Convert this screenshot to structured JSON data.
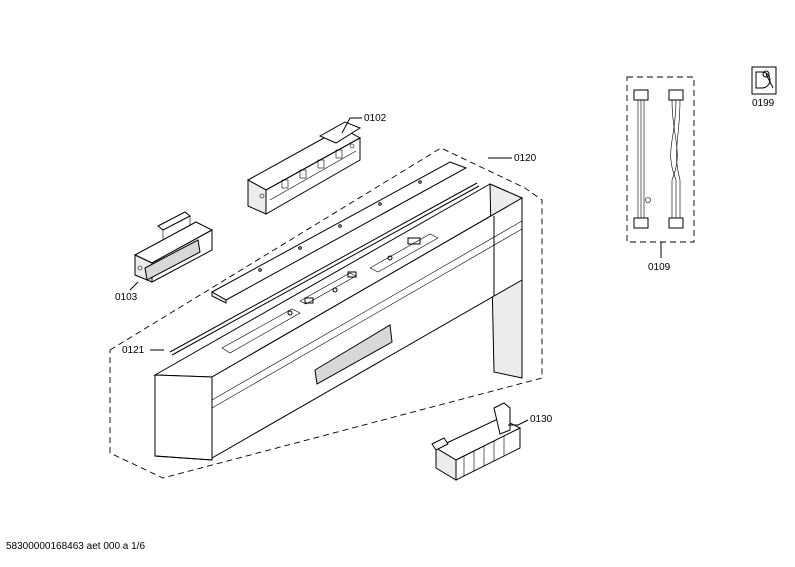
{
  "parts": [
    {
      "id": "0102",
      "label": "0102"
    },
    {
      "id": "0103",
      "label": "0103"
    },
    {
      "id": "0109",
      "label": "0109"
    },
    {
      "id": "0120",
      "label": "0120"
    },
    {
      "id": "0121",
      "label": "0121"
    },
    {
      "id": "0130",
      "label": "0130"
    },
    {
      "id": "0199",
      "label": "0199"
    }
  ],
  "footer": "58300000168463 aet 000 a 1/6"
}
